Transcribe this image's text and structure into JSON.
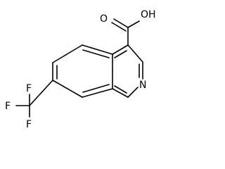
{
  "molecule": {
    "atoms": {
      "oxygen_double": "O",
      "hydroxyl": "OH",
      "nitrogen": "N",
      "fluorine_top": "F",
      "fluorine_left": "F",
      "fluorine_bottom": "F"
    }
  }
}
